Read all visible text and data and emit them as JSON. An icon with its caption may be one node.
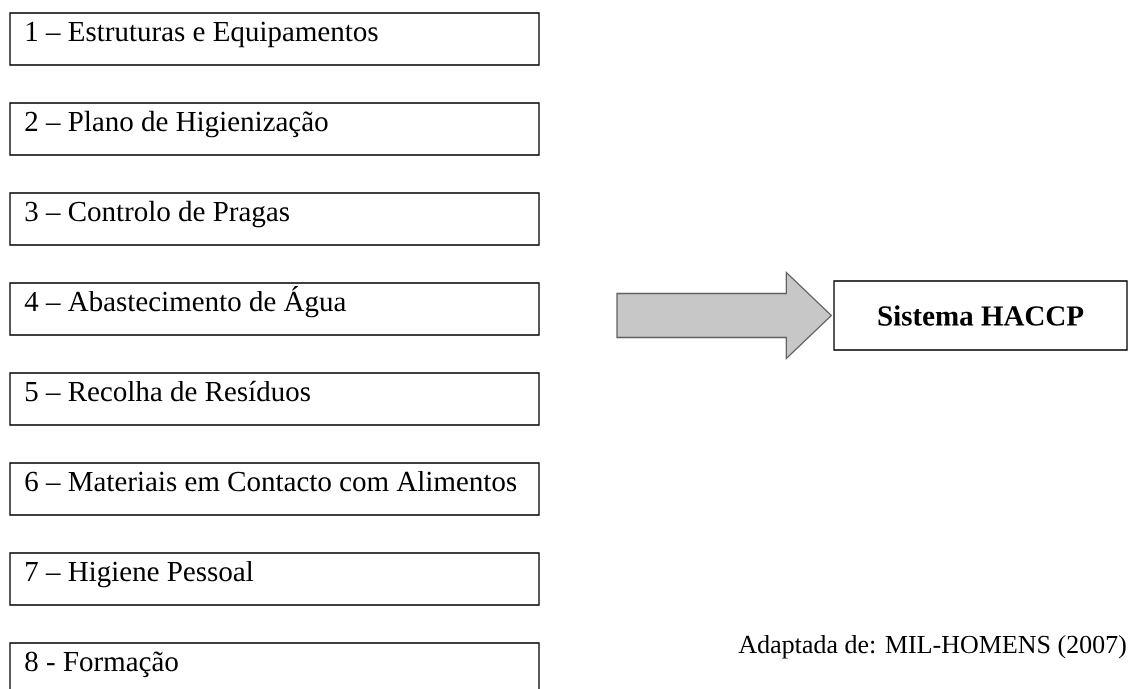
{
  "diagram": {
    "caption": "Adaptada de: MIL-HOMENS (2007)",
    "nodes": [
      {
        "text": [
          "1 – Estruturas e Equipamentos"
        ]
      },
      {
        "text": [
          "2 – Plano de Higienização"
        ]
      },
      {
        "text": [
          "3 – Controlo de Pragas"
        ]
      },
      {
        "text": [
          "4 – Abastecimento de Água"
        ]
      },
      {
        "text": [
          "5 – Recolha de Resíduos"
        ]
      },
      {
        "text": [
          "6 – Materiais em Contacto com Alimentos"
        ]
      },
      {
        "text": [
          "7 – Higiene Pessoal"
        ]
      },
      {
        "text": [
          "8 - Formação"
        ]
      },
      {
        "text": [
          "Sistema HACCP"
        ]
      }
    ],
    "edges": [
      {
        "from": null,
        "to": 8,
        "arrow": "to"
      }
    ]
  }
}
